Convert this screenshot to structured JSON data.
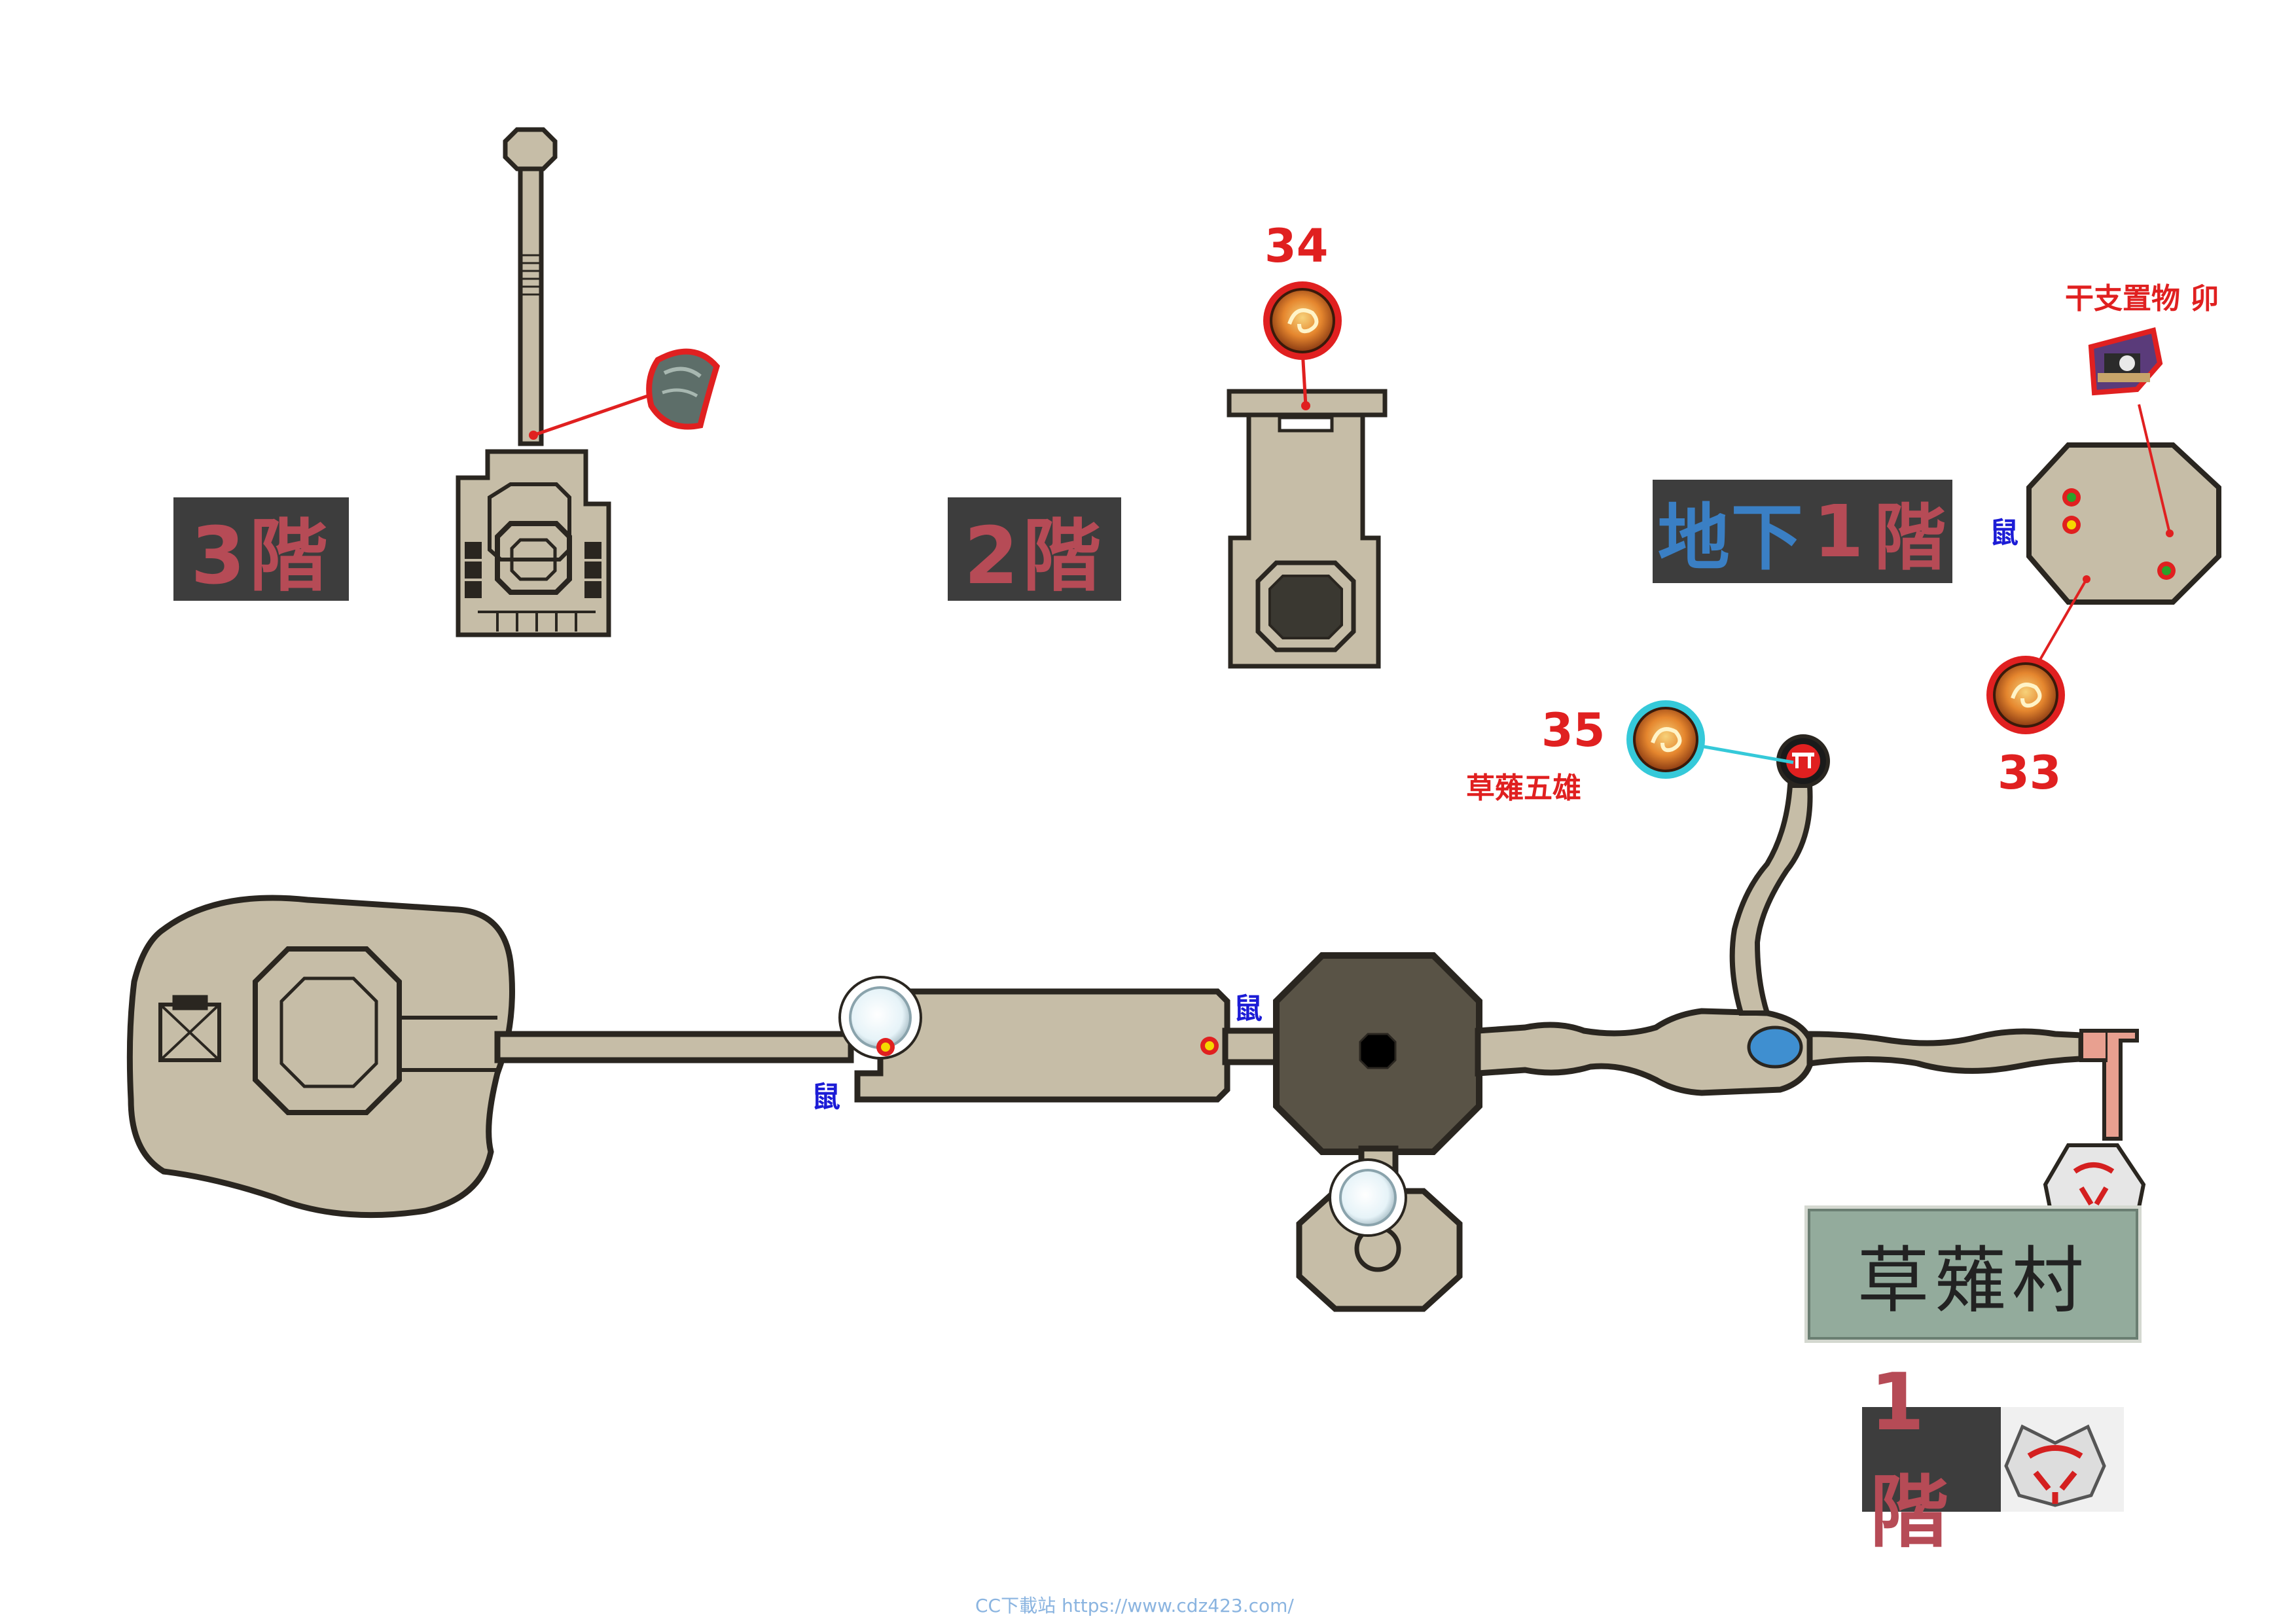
{
  "floors": {
    "f3": "3階",
    "f2": "2階",
    "b1_prefix": "地下",
    "b1_num": "1",
    "b1_suffix": "階",
    "f1": "1階"
  },
  "markers": {
    "m33": "33",
    "m34": "34",
    "m35": "35",
    "m35_name": "草薙五雄",
    "zodiac_item": "干支置物 卯"
  },
  "rat_label": "鼠",
  "village_name": "草薙村",
  "footer": "CC下載站 https://www.cdz423.com/",
  "colors": {
    "floor_stone": "#c6bda7",
    "floor_outline": "#2a2620",
    "label_bg": "#3d3d3d",
    "label_red": "#b64b56",
    "label_blue": "#3a7fc4",
    "marker_red": "#e02020",
    "marker_cyan": "#35c9d9",
    "rat_blue": "#1c1cd6",
    "village_bg": "#93ab9c"
  },
  "icons": [
    "treasure-orb-icon",
    "mirror-fragment-icon",
    "zodiac-statue-icon",
    "torii-gate-icon",
    "wolf-emblem-icon",
    "glowing-mirror-icon",
    "rat-spot-icon",
    "water-pool-icon"
  ]
}
